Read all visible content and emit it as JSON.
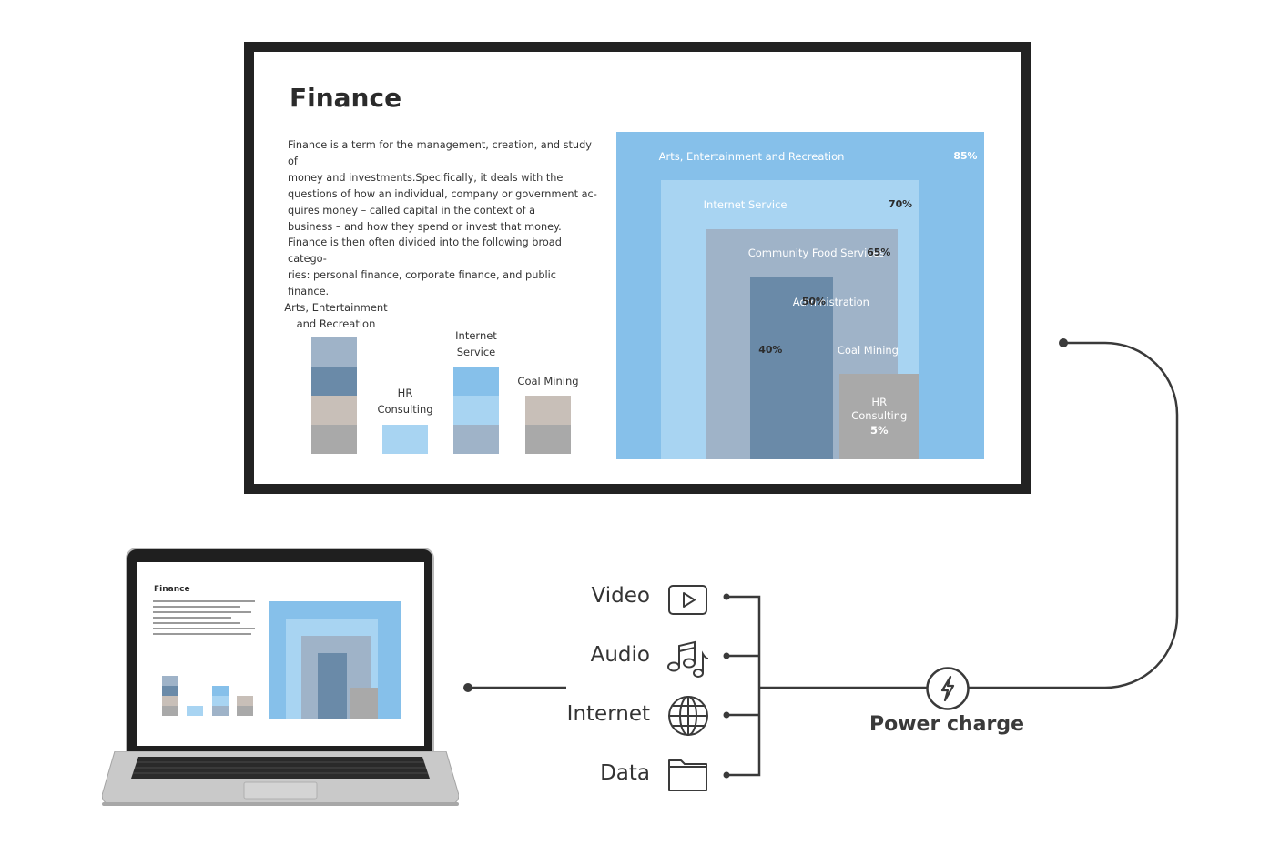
{
  "slide": {
    "title": "Finance",
    "body_lines": [
      "Finance is a term for the management, creation, and study of",
      "money and investments.Specifically, it deals with the",
      "questions of how an individual, company or government ac-",
      "quires money – called capital in the context of a",
      "business – and how they spend or invest that money.",
      "Finance is then often divided into the following broad catego-",
      "ries: personal finance, corporate finance, and public finance."
    ],
    "stacks": [
      {
        "label_lines": [
          "Arts, Entertainment",
          "and Recreation"
        ],
        "colors": [
          "#9fb3c8",
          "#6a8aa8",
          "#c8bfb8",
          "#a9a9a9"
        ]
      },
      {
        "label_lines": [
          "HR",
          "Consulting"
        ],
        "colors": [
          "#a8d4f2"
        ]
      },
      {
        "label_lines": [
          "Internet",
          "Service"
        ],
        "colors": [
          "#86c0ea",
          "#a8d4f2",
          "#9fb3c8"
        ]
      },
      {
        "label_lines": [
          "Coal Mining"
        ],
        "colors": [
          "#c8bfb8",
          "#a9a9a9"
        ]
      }
    ]
  },
  "chart_data": {
    "type": "bar",
    "categories": [
      "Arts, Entertainment and Recreation",
      "Internet Service",
      "Community Food Services",
      "Administration",
      "Coal Mining",
      "HR Consulting"
    ],
    "values": [
      85,
      70,
      65,
      50,
      40,
      5
    ],
    "value_labels": [
      "85%",
      "70%",
      "65%",
      "50%",
      "40%",
      "5%"
    ],
    "colors": [
      "#86c0ea",
      "#a8d4f2",
      "#9fb3c8",
      "#6a8aa8",
      "#c8bfb8",
      "#a9a9a9"
    ],
    "hr_label_lines": [
      "HR",
      "Consulting",
      "5%"
    ]
  },
  "laptop": {
    "slide_title": "Finance"
  },
  "connections": {
    "items": [
      {
        "label": "Video",
        "icon": "video-play-icon"
      },
      {
        "label": "Audio",
        "icon": "music-notes-icon"
      },
      {
        "label": "Internet",
        "icon": "globe-icon"
      },
      {
        "label": "Data",
        "icon": "folder-icon"
      }
    ],
    "power_label": "Power charge",
    "power_icon": "lightning-bolt-icon",
    "line_color": "#3a3a3a"
  }
}
